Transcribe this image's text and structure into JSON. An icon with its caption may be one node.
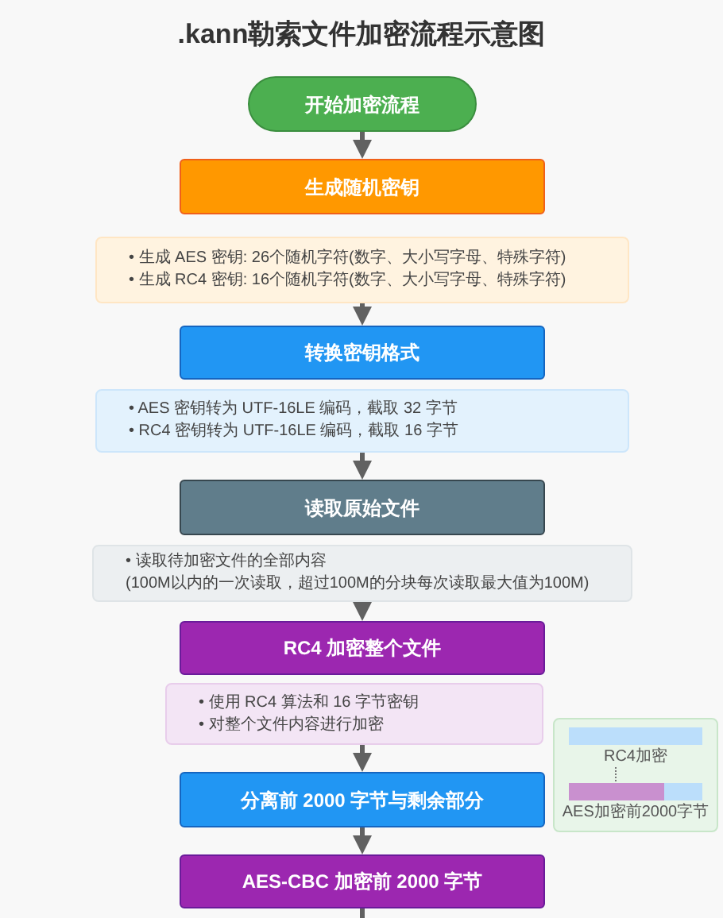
{
  "diagram": {
    "title": ".kann勒索文件加密流程示意图",
    "nodes": [
      {
        "text": [
          "开始加密流程"
        ]
      },
      {
        "text": [
          "生成随机密钥"
        ]
      },
      {
        "text": [
          "• 生成 AES 密钥: 26个随机字符(数字、大小写字母、特殊字符)",
          "• 生成 RC4 密钥: 16个随机字符(数字、大小写字母、特殊字符)"
        ]
      },
      {
        "text": [
          "转换密钥格式"
        ]
      },
      {
        "text": [
          "• AES 密钥转为 UTF-16LE 编码，截取 32 字节",
          "• RC4 密钥转为 UTF-16LE 编码，截取 16 字节"
        ]
      },
      {
        "text": [
          "读取原始文件"
        ]
      },
      {
        "text": [
          "• 读取待加密文件的全部内容",
          "(100M以内的一次读取，超过100M的分块每次读取最大值为100M)"
        ]
      },
      {
        "text": [
          "RC4 加密整个文件"
        ]
      },
      {
        "text": [
          "• 使用 RC4 算法和 16 字节密钥",
          "• 对整个文件内容进行加密"
        ]
      },
      {
        "text": [
          "分离前 2000 字节与剩余部分"
        ]
      },
      {
        "text": [
          "AES-CBC 加密前 2000 字节"
        ]
      },
      {
        "text": [
          "RC4加密",
          "AES加密前2000字节"
        ]
      }
    ],
    "edges": [
      {
        "from": 0,
        "to": 1,
        "arrow": "to"
      },
      {
        "from": 2,
        "to": 3,
        "arrow": "to"
      },
      {
        "from": 4,
        "to": 5,
        "arrow": "to"
      },
      {
        "from": 6,
        "to": 7,
        "arrow": "to"
      },
      {
        "from": 8,
        "to": 9,
        "arrow": "to"
      },
      {
        "from": 9,
        "to": 10,
        "arrow": "to"
      },
      {
        "from": 10,
        "to": null,
        "arrow": "none"
      }
    ]
  }
}
